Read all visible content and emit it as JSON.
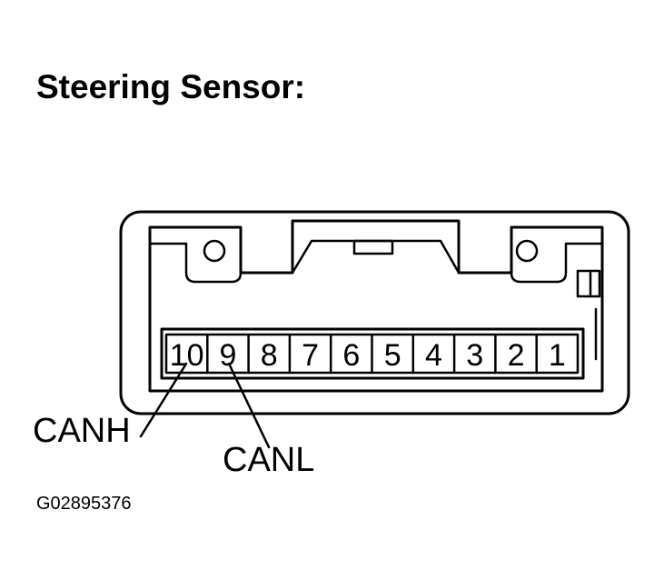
{
  "title": "Steering Sensor:",
  "pins": [
    "10",
    "9",
    "8",
    "7",
    "6",
    "5",
    "4",
    "3",
    "2",
    "1"
  ],
  "labels": {
    "canh": "CANH",
    "canl": "CANL"
  },
  "figure_code": "G02895376"
}
